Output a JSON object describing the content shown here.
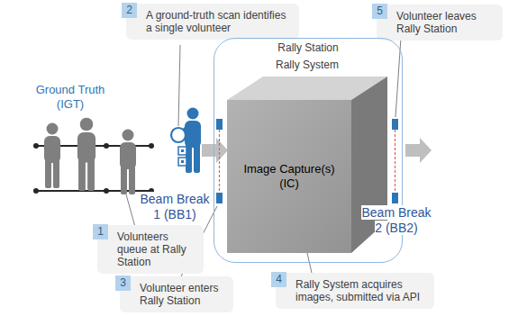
{
  "diagram": {
    "nodes": [
      {
        "text": [
          "2",
          "A ground-truth scan identifies a single volunteer"
        ]
      },
      {
        "text": [
          "5",
          "Volunteer leaves Rally Station"
        ]
      },
      {
        "text": [
          "Rally Station"
        ]
      },
      {
        "text": [
          "Rally System",
          "Image Capture(s) (IC)"
        ],
        "in": 2
      },
      {
        "text": [
          "1",
          "Volunteers queue at Rally Station"
        ]
      },
      {
        "text": [
          "3",
          "Volunteer enters Rally Station"
        ]
      },
      {
        "text": [
          "4",
          "Rally System acquires images, submitted via API"
        ]
      }
    ],
    "edges": [
      {
        "from": 6,
        "to": 3,
        "arrow": "none"
      }
    ],
    "labels": [
      "Ground Truth (IGT)",
      "Beam Break 1 (BB1)",
      "Beam Break 2 (BB2)"
    ]
  }
}
